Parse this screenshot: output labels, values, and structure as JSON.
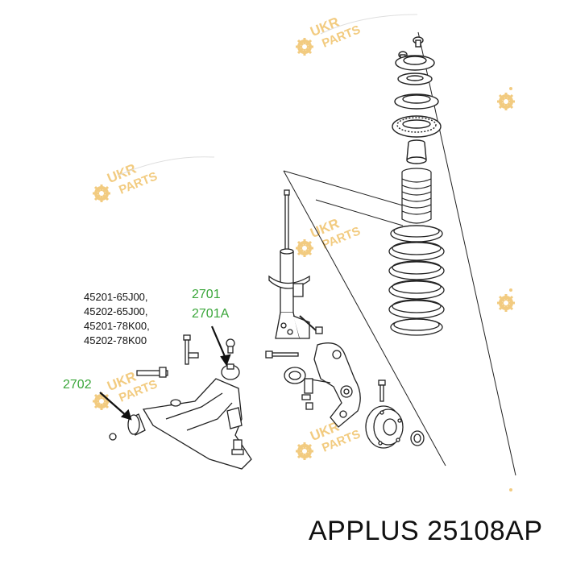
{
  "diagram": {
    "part_numbers": [
      "45201-65J00,",
      "45202-65J00,",
      "45201-78K00,",
      "45202-78K00"
    ],
    "callouts": [
      {
        "id": "2701",
        "label": "2701"
      },
      {
        "id": "2701a",
        "label": "2701A"
      },
      {
        "id": "2702",
        "label": "2702"
      }
    ],
    "watermark": {
      "line1": "UKR",
      "line2": "PARTS"
    },
    "footer": "APPLUS 25108AP"
  },
  "colors": {
    "callout": "#3aa63a",
    "line": "#222222",
    "watermark": "#f2c97a",
    "text": "#111111"
  }
}
